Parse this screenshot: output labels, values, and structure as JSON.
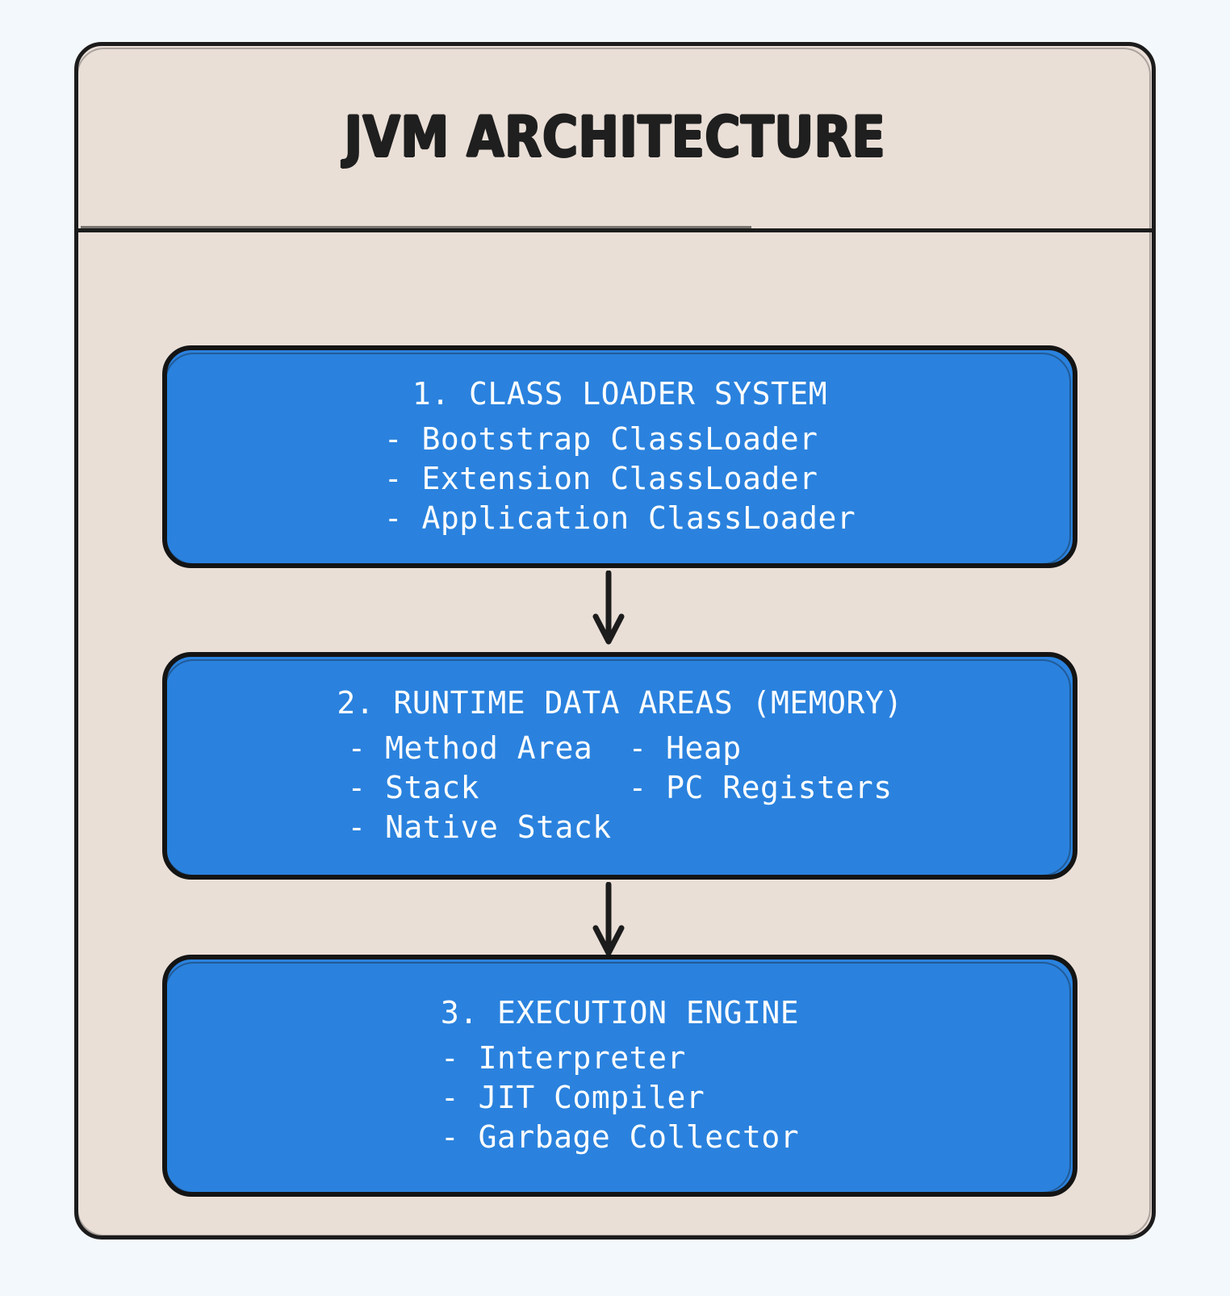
{
  "page": {
    "background_color": "#f3f8fd"
  },
  "diagram": {
    "title": "JVM ARCHITECTURE",
    "container_fill": "#eadfd7",
    "container_stroke": "#1c1c1c",
    "box_fill": "#2a82de",
    "box_stroke": "#141414",
    "box_text_color": "#ffffff",
    "stages": [
      {
        "heading": "1. CLASS LOADER SYSTEM",
        "layout": "single-column",
        "items": [
          "- Bootstrap ClassLoader",
          "- Extension ClassLoader",
          "- Application ClassLoader"
        ]
      },
      {
        "heading": "2. RUNTIME DATA AREAS (MEMORY)",
        "layout": "two-column",
        "rows": [
          {
            "left": "- Method Area",
            "right": "- Heap"
          },
          {
            "left": "- Stack",
            "right": "- PC Registers"
          },
          {
            "left": "- Native Stack",
            "right": ""
          }
        ]
      },
      {
        "heading": "3. EXECUTION ENGINE",
        "layout": "single-column",
        "items": [
          "- Interpreter",
          "- JIT Compiler",
          "- Garbage Collector"
        ]
      }
    ],
    "connectors": [
      {
        "name": "arrow-stage1-to-stage2",
        "direction": "down"
      },
      {
        "name": "arrow-stage2-to-stage3",
        "direction": "down"
      }
    ]
  }
}
